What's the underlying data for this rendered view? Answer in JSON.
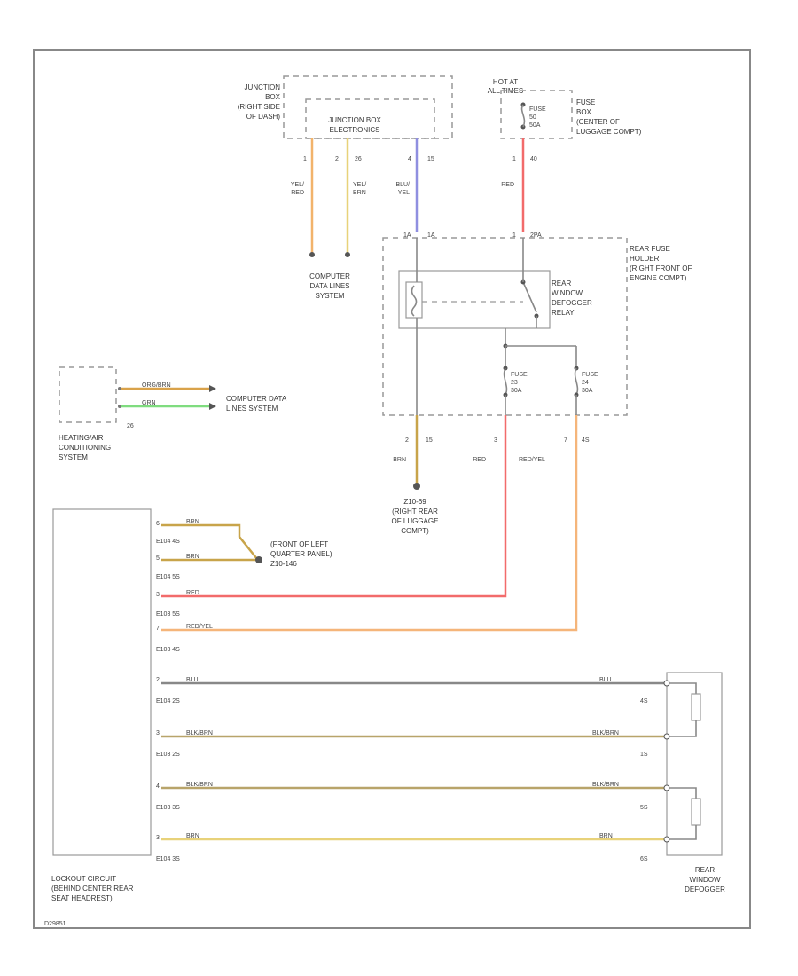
{
  "diagram_id": "D29851",
  "components": {
    "junction_box": {
      "location": [
        "JUNCTION",
        "BOX",
        "(RIGHT SIDE",
        "OF DASH)"
      ],
      "module": [
        "JUNCTION BOX",
        "ELECTRONICS"
      ]
    },
    "fuse_block": {
      "hot_label": [
        "HOT AT",
        "ALL TIMES"
      ],
      "fuse": [
        "FUSE",
        "50",
        "50A"
      ],
      "location": [
        "FUSE",
        "BOX",
        "(CENTER OF",
        "LUGGAGE COMPT)"
      ]
    },
    "rear_fuse_holder": {
      "location": [
        "REAR FUSE",
        "HOLDER",
        "(RIGHT FRONT OF",
        "ENGINE COMPT)"
      ],
      "relay": [
        "REAR",
        "WINDOW",
        "DEFOGGER",
        "RELAY"
      ],
      "fuse_left": [
        "FUSE",
        "23",
        "30A"
      ],
      "fuse_right": [
        "FUSE",
        "24",
        "30A"
      ]
    },
    "computer_data_lines_top": [
      "COMPUTER",
      "DATA LINES",
      "SYSTEM"
    ],
    "computer_data_lines_left": [
      "COMPUTER DATA",
      "LINES SYSTEM"
    ],
    "heating_ac": {
      "label": [
        "HEATING/AIR",
        "CONDITIONING",
        "SYSTEM"
      ],
      "pin_num": "26"
    },
    "ground_right": [
      "Z10-69",
      "(RIGHT REAR",
      "OF LUGGAGE",
      "COMPT)"
    ],
    "ground_left": [
      "(FRONT OF LEFT",
      "QUARTER PANEL)",
      "Z10-146"
    ],
    "lockout": [
      "LOCKOUT CIRCUIT",
      "(BEHIND CENTER REAR",
      "SEAT HEADREST)"
    ],
    "defogger": [
      "REAR",
      "WINDOW",
      "DEFOGGER"
    ]
  },
  "pins": {
    "jb": [
      "1",
      "2",
      "26",
      "4",
      "15"
    ],
    "fuse_top": [
      "1",
      "40"
    ],
    "rfh_top": [
      "1A",
      "1A",
      "1",
      "2PA"
    ],
    "rfh_bottom": [
      "2",
      "15",
      "3",
      "7",
      "4S"
    ],
    "lockout": [
      "E104 4S",
      "E104 5S",
      "E103 5S",
      "E103 4S",
      "E104 2S",
      "E103 2S",
      "E103 3S",
      "E104 3S"
    ],
    "lockout_small": [
      "6",
      "5",
      "3",
      "7",
      "2",
      "3",
      "4",
      "3"
    ],
    "defog": [
      "4S",
      "1S",
      "5S",
      "6S"
    ]
  },
  "wires": {
    "jb1": [
      "YEL/",
      "RED"
    ],
    "jb2": [
      "YEL/",
      "BRN"
    ],
    "jb4": [
      "BLU/",
      "YEL"
    ],
    "fuse": "RED",
    "rfh_left": "BRN",
    "rfh_mid": "RED",
    "rfh_right": "RED/YEL",
    "hvac1": "ORG/BRN",
    "hvac2": "GRN",
    "lo1": "BRN",
    "lo2": "BRN",
    "lo3": "RED",
    "lo4": "RED/YEL",
    "lo5": "BLU",
    "lo6": "BLK/BRN",
    "lo7": "BLK/BRN",
    "lo8": "BRN"
  },
  "colors": {
    "yel_red": "#f2b36b",
    "yel_brn": "#e8d27a",
    "blu_yel": "#8f8fe0",
    "red": "#f26b6b",
    "red_yel": "#f5b57a",
    "brn": "#c8a44a",
    "org_brn": "#d9a24a",
    "grn": "#7fdc7f",
    "blu": "#888888",
    "blk_brn": "#b8a46a",
    "ground": "#555555"
  }
}
